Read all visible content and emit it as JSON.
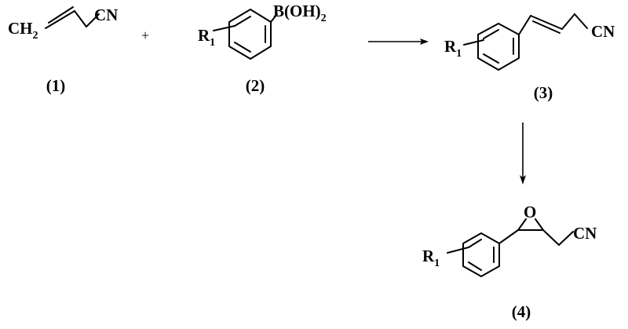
{
  "scheme": {
    "plus": "+",
    "compound_1": {
      "label": "(1)",
      "ch2": "CH",
      "ch2_sub": "2",
      "cn": "CN"
    },
    "compound_2": {
      "label": "(2)",
      "r": "R",
      "r_sub": "1",
      "boron": "B(OH)",
      "boron_sub": "2"
    },
    "compound_3": {
      "label": "(3)",
      "r": "R",
      "r_sub": "1",
      "cn": "CN"
    },
    "compound_4": {
      "label": "(4)",
      "r": "R",
      "r_sub": "1",
      "oxygen": "O",
      "cn": "CN"
    }
  }
}
